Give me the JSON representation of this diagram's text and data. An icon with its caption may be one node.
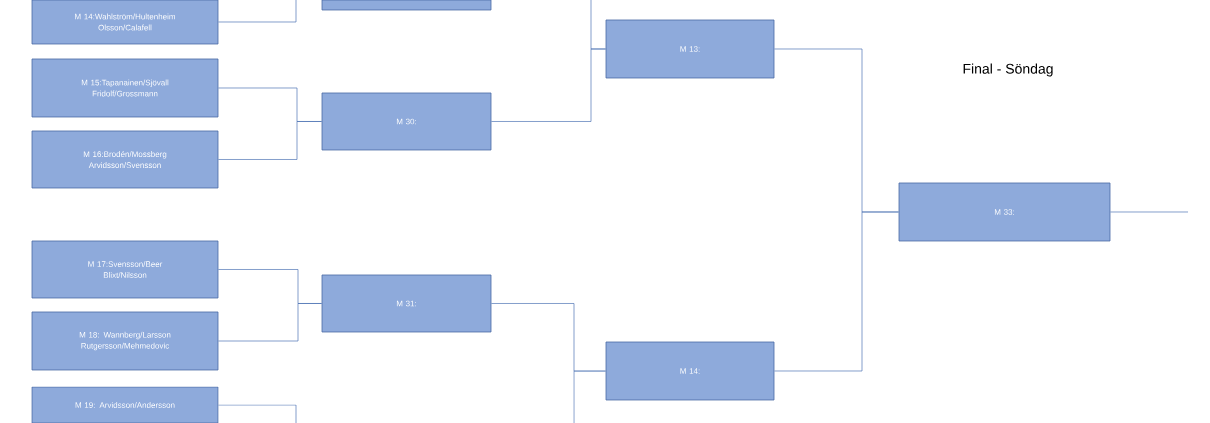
{
  "diagram": {
    "title": "Final - Söndag",
    "nodes": [
      {
        "text": [
          "M 14:Wahlström/Hultenheim Olsson/Calafell"
        ]
      },
      {
        "text": [],
        "shape": "box"
      },
      {
        "text": [
          "M 15:Tapanainen/Sjövall Fridolf/Grossmann"
        ]
      },
      {
        "text": [
          "M 16:Brodén/Mossberg Arvidsson/Svensson"
        ]
      },
      {
        "text": [
          "M 30:"
        ]
      },
      {
        "text": [
          "M 13:"
        ]
      },
      {
        "text": [
          "M 17:Svensson/Beer Blixt/Nilsson"
        ]
      },
      {
        "text": [
          "M 18: Wannberg/Larsson Rutgersson/Mehmedovic"
        ]
      },
      {
        "text": [
          "M 31:"
        ]
      },
      {
        "text": [
          "M 19: Arvidsson/Andersson"
        ]
      },
      {
        "text": [
          "M 14:"
        ]
      },
      {
        "text": [
          "M 33:"
        ]
      }
    ],
    "edges": [
      {
        "from": 0,
        "to": null,
        "arrow": "none"
      },
      {
        "from": null,
        "to": 5,
        "arrow": "none"
      },
      {
        "from": 2,
        "to": 4,
        "arrow": "none"
      },
      {
        "from": 3,
        "to": 4,
        "arrow": "none"
      },
      {
        "from": 4,
        "to": 5,
        "arrow": "none"
      },
      {
        "from": 6,
        "to": 8,
        "arrow": "none"
      },
      {
        "from": 7,
        "to": 8,
        "arrow": "none"
      },
      {
        "from": 9,
        "to": null,
        "arrow": "none"
      },
      {
        "from": 8,
        "to": 10,
        "arrow": "none"
      },
      {
        "from": null,
        "to": 10,
        "arrow": "none"
      },
      {
        "from": 5,
        "to": 11,
        "arrow": "none"
      },
      {
        "from": 10,
        "to": 11,
        "arrow": "none"
      },
      {
        "from": 11,
        "to": null,
        "arrow": "none"
      }
    ]
  }
}
